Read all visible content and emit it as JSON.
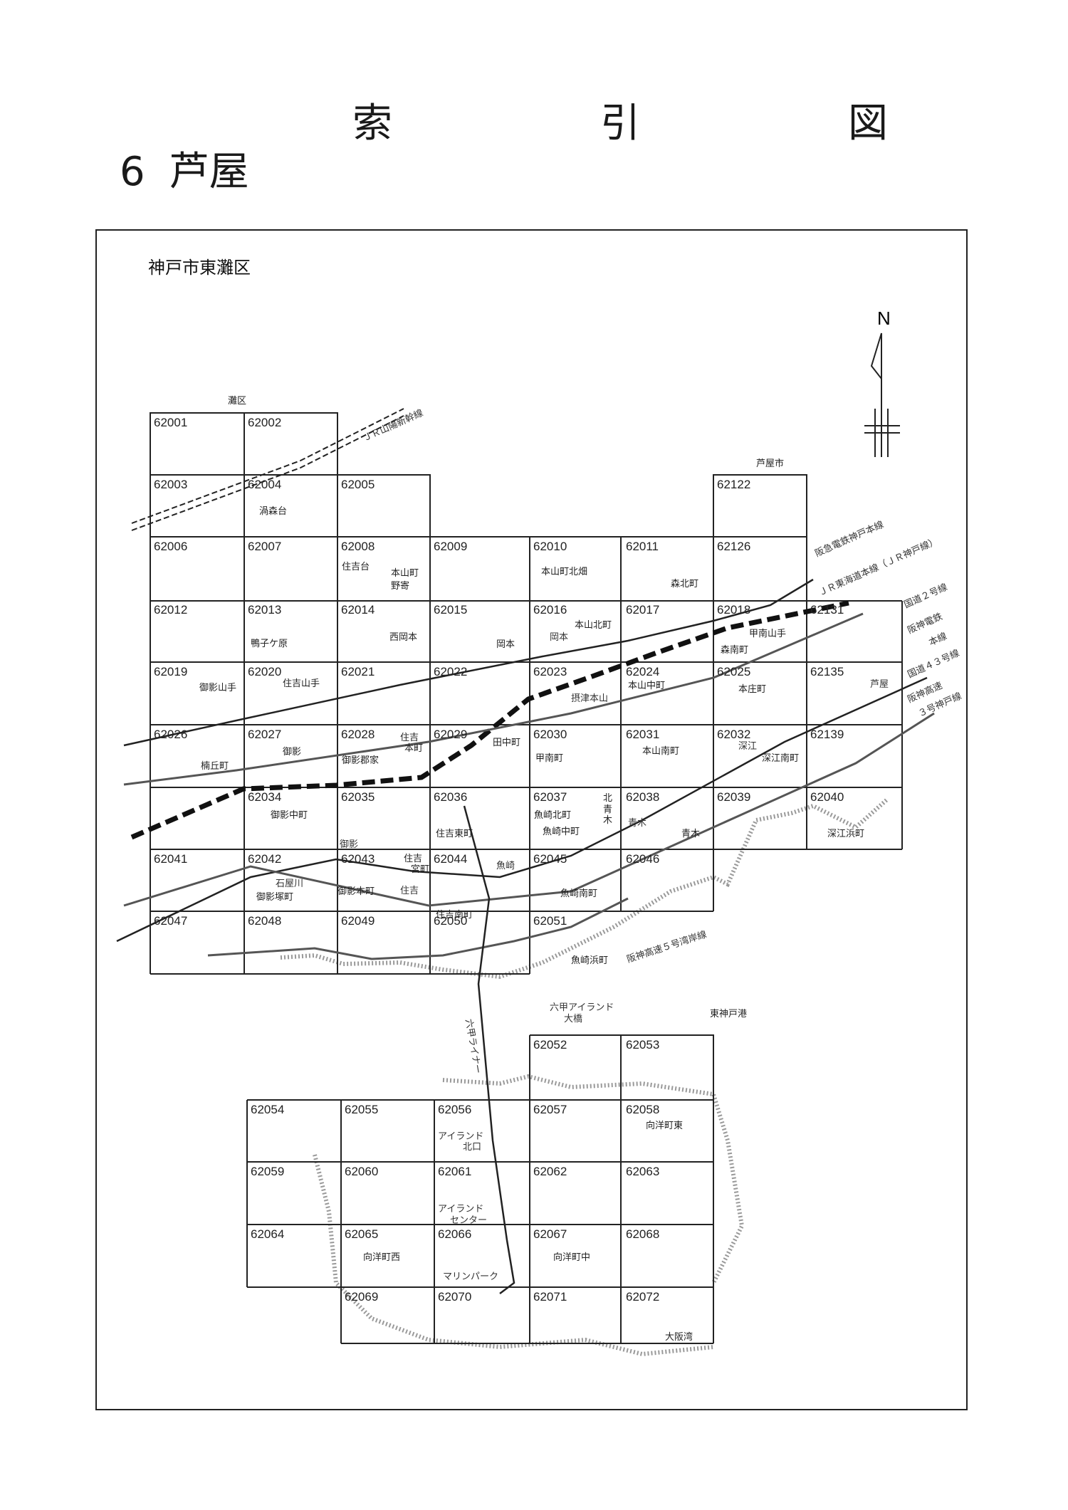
{
  "title": "索　引　図",
  "section": {
    "number": "6",
    "name": "芦屋"
  },
  "area_label": "神戸市東灘区",
  "compass": "N",
  "cells": [
    "62001",
    "62002",
    "62003",
    "62004",
    "62005",
    "62006",
    "62007",
    "62008",
    "62009",
    "62010",
    "62011",
    "62126",
    "62012",
    "62013",
    "62014",
    "62015",
    "62016",
    "62017",
    "62018",
    "62131",
    "62019",
    "62020",
    "62021",
    "62022",
    "62023",
    "62024",
    "62025",
    "62135",
    "62026",
    "62027",
    "62028",
    "62029",
    "62030",
    "62031",
    "62032",
    "62139",
    "62034",
    "62035",
    "62036",
    "62037",
    "62038",
    "62039",
    "62040",
    "62041",
    "62042",
    "62043",
    "62044",
    "62045",
    "62046",
    "62047",
    "62048",
    "62049",
    "62050",
    "62051",
    "62122",
    "62052",
    "62053",
    "62054",
    "62055",
    "62056",
    "62057",
    "62058",
    "62059",
    "62060",
    "62061",
    "62062",
    "62063",
    "62064",
    "62065",
    "62066",
    "62067",
    "62068",
    "62069",
    "62070",
    "62071",
    "62072"
  ],
  "places": [
    "渦森台",
    "住吉台",
    "本山町",
    "野寄",
    "本山町北畑",
    "森北町",
    "鴨子ケ原",
    "西岡本",
    "岡本",
    "本山北町",
    "森南町",
    "甲南山手",
    "御影山手",
    "住吉山手",
    "本山中町",
    "本庄町",
    "御影",
    "御影郡家",
    "住吉",
    "本町",
    "田中町",
    "甲南町",
    "本山南町",
    "深江南町",
    "楠丘町",
    "御影中町",
    "住吉東町",
    "魚崎北町",
    "魚崎中町",
    "北",
    "青",
    "木",
    "青木",
    "深江浜町",
    "御影塚町",
    "住吉",
    "宮町",
    "御影本町",
    "魚崎南町",
    "住吉南町",
    "魚崎浜町",
    "向洋町東",
    "向洋町西",
    "向洋町中",
    "灘区",
    "芦屋市",
    "東神戸港",
    "大阪湾",
    "岡本",
    "摂津本山",
    "深江",
    "芦屋",
    "御影",
    "住吉",
    "魚崎",
    "青木",
    "石屋川",
    "アイランド",
    "北口",
    "アイランド",
    "センター",
    "マリンパーク"
  ],
  "line_labels": {
    "sanyo": "ＪＲ山陽新幹線",
    "hankyu": "阪急電鉄神戸本線",
    "jr": "ＪＲ東海道本線（ＪＲ神戸線）",
    "route2": "国道２号線",
    "hanshin": "阪神電鉄",
    "hanshin2": "本線",
    "route43": "国道４３号線",
    "expwy": "阪神高速",
    "expwy2": "３号神戸線",
    "expwy5": "阪神高速５号湾岸線",
    "rokko_bridge": "六甲アイランド",
    "rokko_bridge2": "大橋",
    "liner": "六甲ライナー"
  }
}
